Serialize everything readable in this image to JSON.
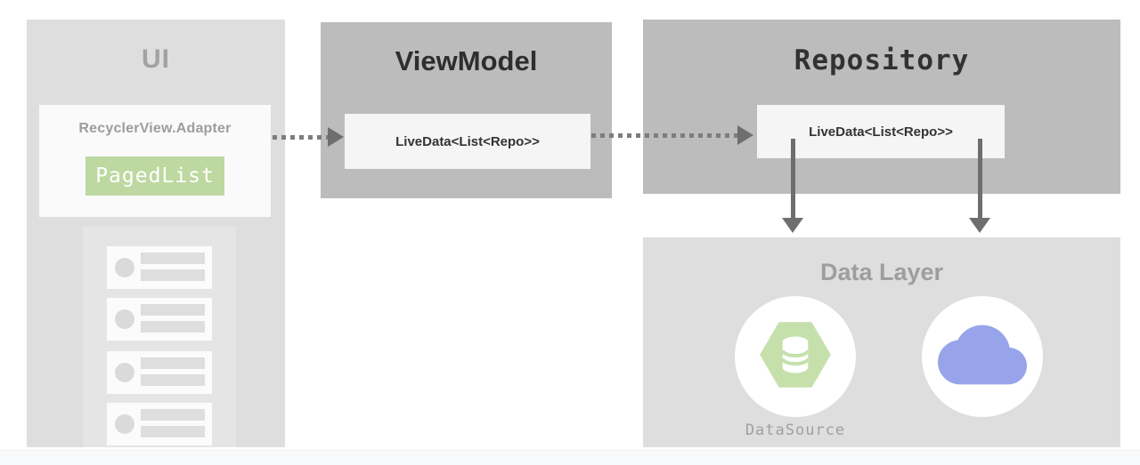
{
  "ui_column": {
    "title": "UI",
    "adapter_card": {
      "label": "RecyclerView.Adapter",
      "pagedlist_label": "PagedList"
    },
    "list_preview": {
      "card_count": 4,
      "card_tops": [
        22,
        80,
        140,
        198
      ]
    }
  },
  "viewmodel_box": {
    "title": "ViewModel",
    "livedata_label": "LiveData<List<Repo>>"
  },
  "repository_box": {
    "title": "Repository",
    "livedata_label": "LiveData<List<Repo>>"
  },
  "data_layer_box": {
    "title": "Data Layer",
    "datasource_label": "DataSource",
    "icons": [
      "database-hexagon-icon",
      "cloud-icon"
    ]
  },
  "colors": {
    "light_section_bg": "#dedede",
    "dark_section_bg": "#bcbcbc",
    "inner_chip_bg": "#f5f5f5",
    "pagedlist_green": "#bdd8a0",
    "hexagon_green": "#c6e0ab",
    "cloud_blue": "#98a4e9",
    "arrow_gray": "#6e6e6e",
    "muted_title_gray": "#a2a2a2",
    "dark_text": "#2e2e2e"
  }
}
